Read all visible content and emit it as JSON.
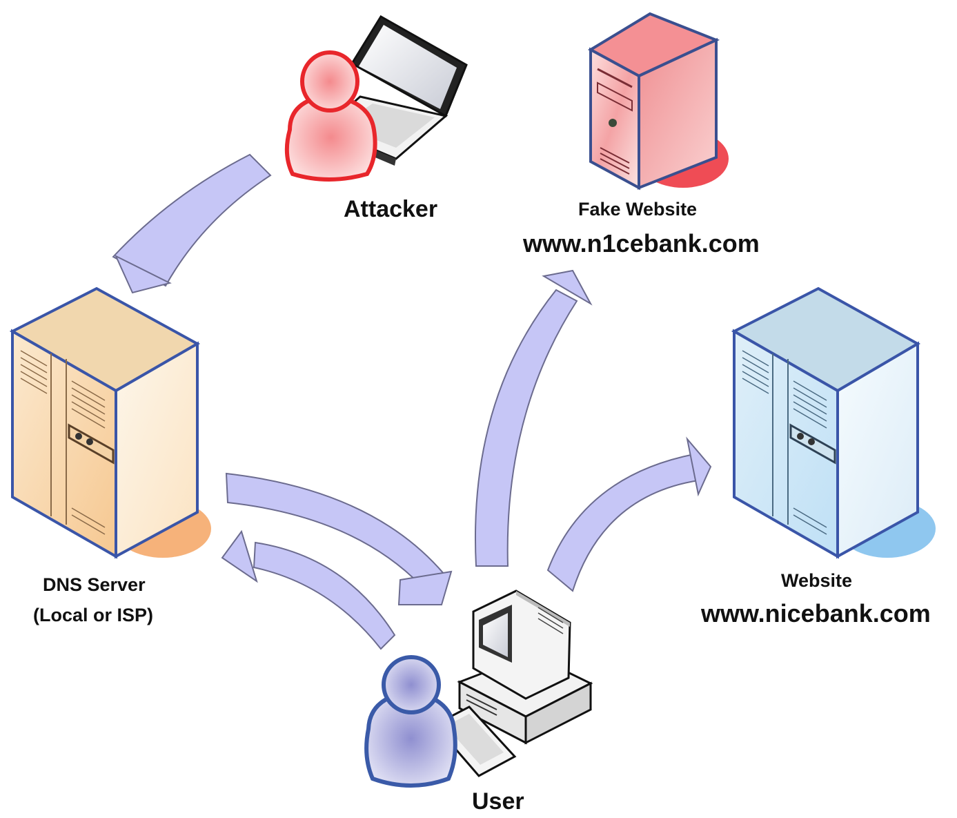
{
  "nodes": {
    "attacker": {
      "label": "Attacker",
      "color": "#e8262b"
    },
    "fake_website": {
      "label": "Fake Website",
      "url": "www.n1cebank.com",
      "color": "#ef4c55"
    },
    "dns_server": {
      "label": "DNS Server",
      "sublabel": "(Local or ISP)",
      "color": "#f2b37a"
    },
    "website": {
      "label": "Website",
      "url": "www.nicebank.com",
      "color": "#8fc7ef"
    },
    "user": {
      "label": "User",
      "color": "#6f70c0"
    }
  },
  "arrow_color": "#c6c6f6",
  "edges": [
    {
      "from": "attacker",
      "to": "dns_server"
    },
    {
      "from": "dns_server",
      "to": "user"
    },
    {
      "from": "user",
      "to": "dns_server"
    },
    {
      "from": "user",
      "to": "fake_website"
    },
    {
      "from": "user",
      "to": "website"
    }
  ]
}
